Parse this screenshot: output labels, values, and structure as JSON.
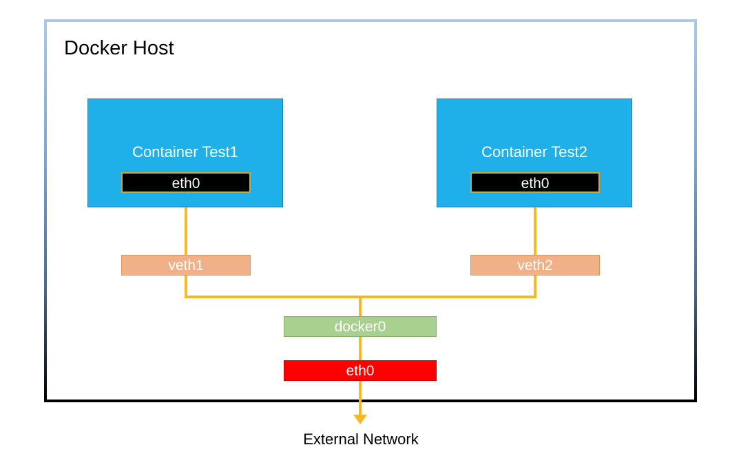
{
  "host": {
    "title": "Docker Host"
  },
  "containers": [
    {
      "label": "Container Test1",
      "iface": "eth0"
    },
    {
      "label": "Container Test2",
      "iface": "eth0"
    }
  ],
  "veth": [
    "veth1",
    "veth2"
  ],
  "bridge": "docker0",
  "host_iface": "eth0",
  "external": "External Network",
  "colors": {
    "container": "#1fb0ea",
    "wire": "#f7b928",
    "veth": "#f1b188",
    "bridge": "#a9d08e",
    "host_iface": "#ff0000",
    "container_iface": "#000000"
  }
}
